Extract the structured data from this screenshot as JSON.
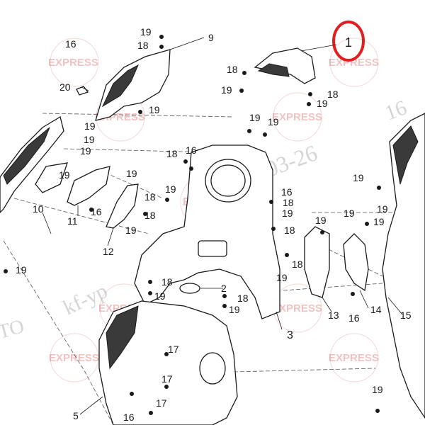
{
  "colors": {
    "highlight": "#e02020",
    "watermark": "#d9534f",
    "line": "#1a1a1a"
  },
  "highlight_label": "1",
  "watermarks": {
    "brand": "EXPRESS",
    "diagonal_date": "03-26",
    "diagonal_text": "kf-yp",
    "side_text": "TO",
    "corner_number": "16"
  },
  "callouts": [
    {
      "id": "c1",
      "text": "1"
    },
    {
      "id": "c2",
      "text": "2"
    },
    {
      "id": "c3",
      "text": "3"
    },
    {
      "id": "c5",
      "text": "5"
    },
    {
      "id": "c9",
      "text": "9"
    },
    {
      "id": "c10",
      "text": "10"
    },
    {
      "id": "c11",
      "text": "11"
    },
    {
      "id": "c12",
      "text": "12"
    },
    {
      "id": "c13",
      "text": "13"
    },
    {
      "id": "c14",
      "text": "14"
    },
    {
      "id": "c15",
      "text": "15"
    },
    {
      "id": "c16a",
      "text": "16"
    },
    {
      "id": "c16b",
      "text": "16"
    },
    {
      "id": "c16c",
      "text": "16"
    },
    {
      "id": "c16d",
      "text": "16"
    },
    {
      "id": "c16e",
      "text": "16"
    },
    {
      "id": "c17a",
      "text": "17"
    },
    {
      "id": "c17b",
      "text": "17"
    },
    {
      "id": "c17c",
      "text": "17"
    },
    {
      "id": "c18a",
      "text": "18"
    },
    {
      "id": "c18b",
      "text": "18"
    },
    {
      "id": "c18c",
      "text": "18"
    },
    {
      "id": "c18d",
      "text": "18"
    },
    {
      "id": "c18e",
      "text": "18"
    },
    {
      "id": "c18f",
      "text": "18"
    },
    {
      "id": "c18g",
      "text": "18"
    },
    {
      "id": "c18h",
      "text": "18"
    },
    {
      "id": "c18i",
      "text": "18"
    },
    {
      "id": "c18j",
      "text": "18"
    },
    {
      "id": "c18k",
      "text": "18"
    },
    {
      "id": "c19a",
      "text": "19"
    },
    {
      "id": "c19b",
      "text": "19"
    },
    {
      "id": "c19c",
      "text": "19"
    },
    {
      "id": "c19d",
      "text": "19"
    },
    {
      "id": "c19e",
      "text": "19"
    },
    {
      "id": "c19f",
      "text": "19"
    },
    {
      "id": "c19g",
      "text": "19"
    },
    {
      "id": "c19h",
      "text": "19"
    },
    {
      "id": "c19i",
      "text": "19"
    },
    {
      "id": "c19j",
      "text": "19"
    },
    {
      "id": "c19k",
      "text": "19"
    },
    {
      "id": "c19l",
      "text": "19"
    },
    {
      "id": "c19m",
      "text": "19"
    },
    {
      "id": "c19n",
      "text": "19"
    },
    {
      "id": "c19o",
      "text": "19"
    },
    {
      "id": "c19p",
      "text": "19"
    },
    {
      "id": "c19q",
      "text": "19"
    },
    {
      "id": "c19r",
      "text": "19"
    },
    {
      "id": "c19s",
      "text": "19"
    },
    {
      "id": "c19t",
      "text": "19"
    },
    {
      "id": "c19u",
      "text": "19"
    },
    {
      "id": "c19v",
      "text": "19"
    },
    {
      "id": "c20",
      "text": "20"
    }
  ]
}
